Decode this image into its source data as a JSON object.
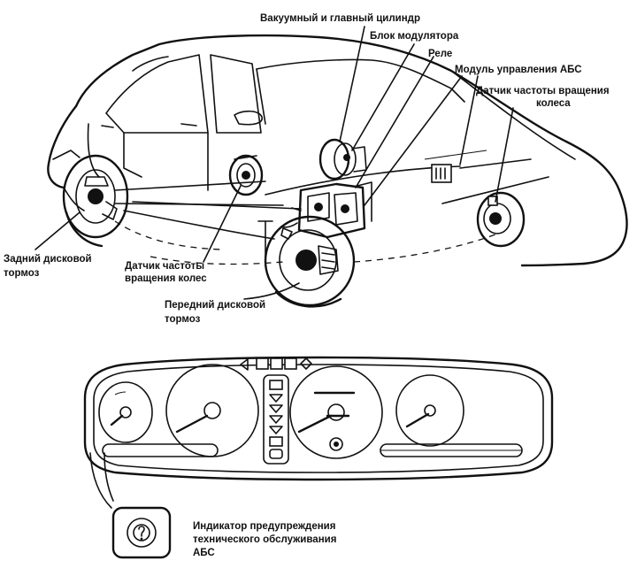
{
  "labels": {
    "vacuum_cylinder": "Вакуумный и главный цилиндр",
    "modulator_block": "Блок модулятора",
    "relay": "Реле",
    "abs_module": "Модуль управления АБС",
    "wheel_sensor_right": [
      "Датчик частоты вращения",
      "колеса"
    ],
    "rear_disc_brake": [
      "Задний дисковой",
      "тормоз"
    ],
    "wheel_sensor_front": [
      "Датчик частоты",
      "вращения колес"
    ],
    "front_disc_brake": [
      "Передний дисковой",
      "тормоз"
    ],
    "abs_warning": [
      "Индикатор предупреждения",
      "технического обслуживания",
      "АБС"
    ]
  }
}
